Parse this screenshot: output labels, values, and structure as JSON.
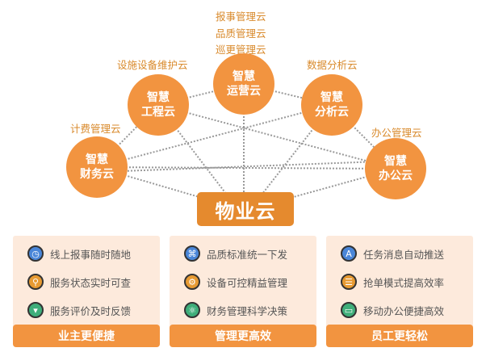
{
  "center": {
    "label": "物业云"
  },
  "nodes": [
    {
      "id": "finance",
      "line1": "智慧",
      "line2": "财务云",
      "caption": [
        "计费管理云"
      ]
    },
    {
      "id": "engineering",
      "line1": "智慧",
      "line2": "工程云",
      "caption": [
        "设施设备维护云"
      ]
    },
    {
      "id": "operations",
      "line1": "智慧",
      "line2": "运营云",
      "caption": [
        "报事管理云",
        "品质管理云",
        "巡更管理云"
      ]
    },
    {
      "id": "analysis",
      "line1": "智慧",
      "line2": "分析云",
      "caption": [
        "数据分析云"
      ]
    },
    {
      "id": "office",
      "line1": "智慧",
      "line2": "办公云",
      "caption": [
        "办公管理云"
      ]
    }
  ],
  "panels": [
    {
      "footer": "业主更便捷",
      "items": [
        {
          "icon": "clock-icon",
          "color": "#4a86d8",
          "glyph": "◷",
          "text": "线上报事随时随地"
        },
        {
          "icon": "search-icon",
          "color": "#e79a32",
          "glyph": "⚲",
          "text": "服务状态实时可查"
        },
        {
          "icon": "message-icon",
          "color": "#3fae7a",
          "glyph": "▾",
          "text": "服务评价及时反馈"
        }
      ]
    },
    {
      "footer": "管理更高效",
      "items": [
        {
          "icon": "grid-icon",
          "color": "#4a86d8",
          "glyph": "⌘",
          "text": "品质标准统一下发"
        },
        {
          "icon": "gear-icon",
          "color": "#e79a32",
          "glyph": "⚙",
          "text": "设备可控精益管理"
        },
        {
          "icon": "atom-icon",
          "color": "#3fae7a",
          "glyph": "⚛",
          "text": "财务管理科学决策"
        }
      ]
    },
    {
      "footer": "员工更轻松",
      "items": [
        {
          "icon": "letter-a-icon",
          "color": "#4a86d8",
          "glyph": "A",
          "text": "任务消息自动推送"
        },
        {
          "icon": "clipboard-icon",
          "color": "#e79a32",
          "glyph": "☰",
          "text": "抢单模式提高效率"
        },
        {
          "icon": "monitor-icon",
          "color": "#3fae7a",
          "glyph": "▭",
          "text": "移动办公便捷高效"
        }
      ]
    }
  ]
}
